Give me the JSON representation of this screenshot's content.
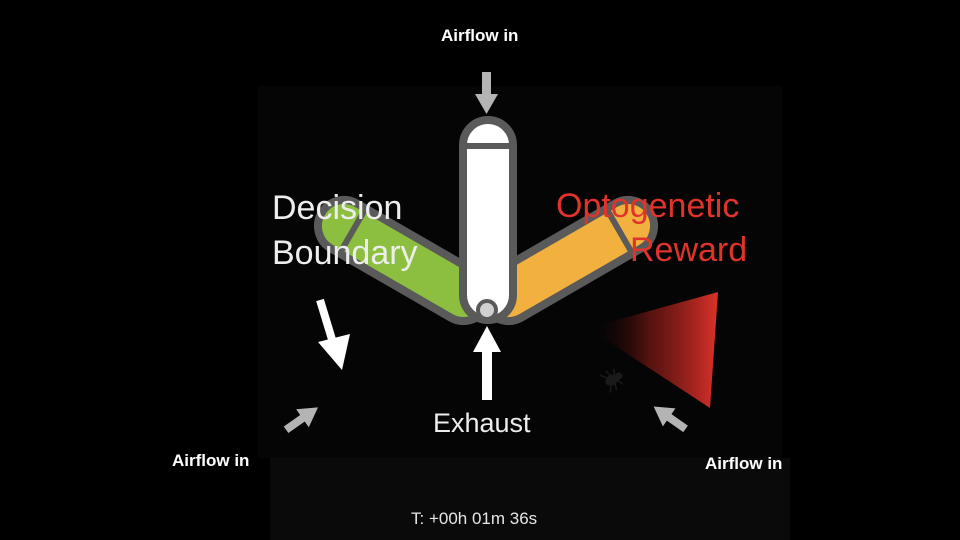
{
  "labels": {
    "airflow_top": "Airflow in",
    "airflow_left": "Airflow in",
    "airflow_right": "Airflow in",
    "decision_line1": "Decision",
    "decision_line2": "Boundary",
    "reward_line1": "Optogenetic",
    "reward_line2": "Reward",
    "exhaust": "Exhaust",
    "timer": "T: +00h 01m 36s"
  },
  "colors": {
    "top_arm": "#ffffff",
    "left_arm": "#8cbf3f",
    "right_arm": "#f2b13f",
    "outline": "#5a5a5a",
    "arrow_gray": "#b4b4b4",
    "reward_red": "#e0332b"
  },
  "icons": [
    "fly-icon",
    "light-beam-icon"
  ]
}
